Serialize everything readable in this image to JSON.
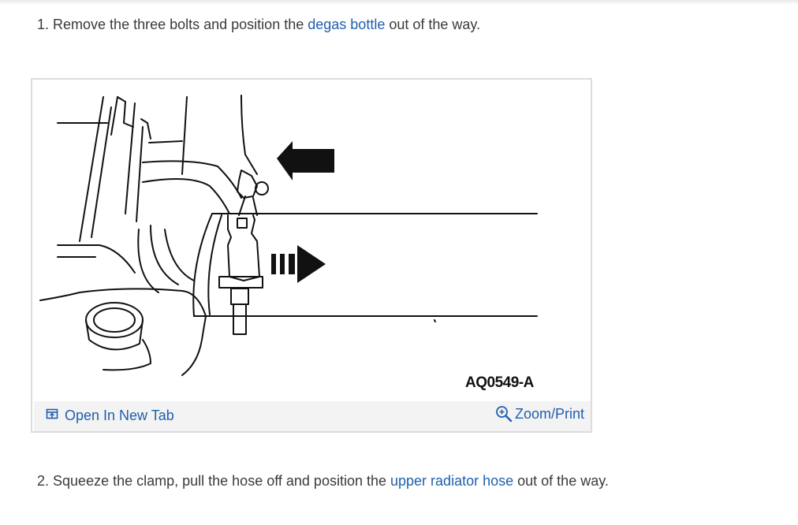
{
  "steps": [
    {
      "number": "1.",
      "text_before": "Remove the three bolts and position the",
      "link": "degas bottle",
      "text_after": "out of the way."
    },
    {
      "number": "2.",
      "text_before": "Squeeze the clamp, pull the hose off and position the",
      "link": "upper radiator hose",
      "text_after": "out of the way."
    }
  ],
  "figure": {
    "code": "AQ0549-A",
    "open_tab_label": "Open In New Tab",
    "zoom_label": "Zoom/Print"
  },
  "icons": {
    "open_tab": "open-in-new-tab-icon",
    "zoom": "zoom-in-icon"
  },
  "colors": {
    "link": "#1f5fae",
    "text": "#3a3a3a",
    "footer_bg": "#f3f3f3"
  }
}
